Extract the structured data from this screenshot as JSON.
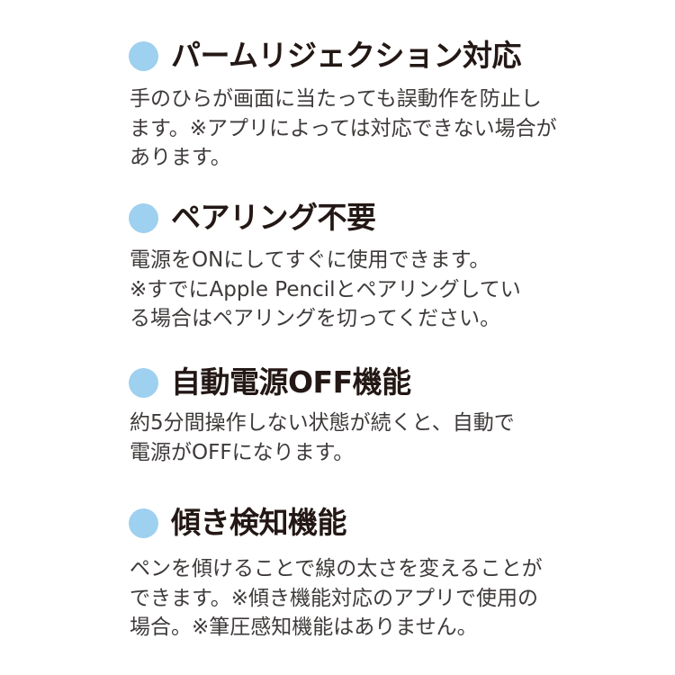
{
  "colors": {
    "bullet": "#9ed0f0",
    "heading": "#231815",
    "body": "#3e3a39",
    "background": "#ffffff"
  },
  "sections": [
    {
      "icon": "circle-bullet-icon",
      "title": "パームリジェクション対応",
      "lines": [
        "手のひらが画面に当たっても誤動作を防止し",
        "ます。※アプリによっては対応できない場合が",
        "あります。"
      ]
    },
    {
      "icon": "circle-bullet-icon",
      "title": "ペアリング不要",
      "lines": [
        "電源をONにしてすぐに使用できます。",
        "※すでにApple Pencilとペアリングしてい",
        "る場合はペアリングを切ってください。"
      ]
    },
    {
      "icon": "circle-bullet-icon",
      "title": "自動電源OFF機能",
      "lines": [
        "約5分間操作しない状態が続くと、自動で",
        "電源がOFFになります。"
      ]
    },
    {
      "icon": "circle-bullet-icon",
      "title": "傾き検知機能",
      "lines": [
        "ペンを傾けることで線の太さを変えることが",
        "できます。※傾き機能対応のアプリで使用の",
        "場合。※筆圧感知機能はありません。"
      ]
    }
  ]
}
